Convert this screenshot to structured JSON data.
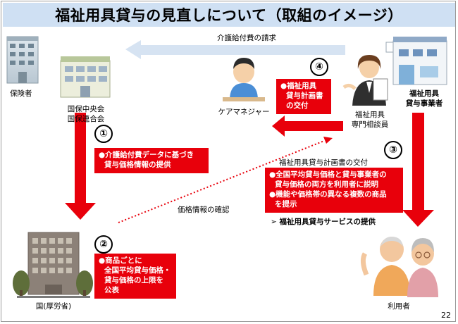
{
  "title": "福祉用具貸与の見直しについて（取組のイメージ）",
  "page_number": "22",
  "labels": {
    "insurer": "保険者",
    "federation_line1": "国保中央会",
    "federation_line2": "国保連合会",
    "care_manager": "ケアマネジャー",
    "advisor_line1": "福祉用具",
    "advisor_line2": "専門相談員",
    "provider_line1": "福祉用具",
    "provider_line2": "貸与事業者",
    "ministry": "国(厚労省)",
    "user": "利用者"
  },
  "arrow_labels": {
    "billing": "介護給付費の請求",
    "price_check": "価格情報の確認",
    "plan_delivery": "福祉用具貸与計画書の交付"
  },
  "steps": {
    "step1": "①",
    "step2": "②",
    "step3": "③",
    "step4": "④"
  },
  "boxes": {
    "step1_lines": [
      "●介護給付費データに基づき",
      "貸与価格情報の提供"
    ],
    "step2_lines": [
      "●商品ごとに",
      "全国平均貸与価格・",
      "貸与価格の上限を",
      "公表"
    ],
    "step3_lines": [
      "●全国平均貸与価格と貸与事業者の",
      "貸与価格の両方を利用者に説明",
      "●機能や価格帯の異なる複数の商品",
      "を提示"
    ],
    "step4_lines": [
      "●福祉用具",
      "貸与計画書",
      "の交付"
    ]
  },
  "service_note": "➢ 福祉用具貸与サービスの提供",
  "colors": {
    "title_bar": "#cfe0f3",
    "red": "#e8000b",
    "light_blue_arrow": "#d6e3f2"
  }
}
